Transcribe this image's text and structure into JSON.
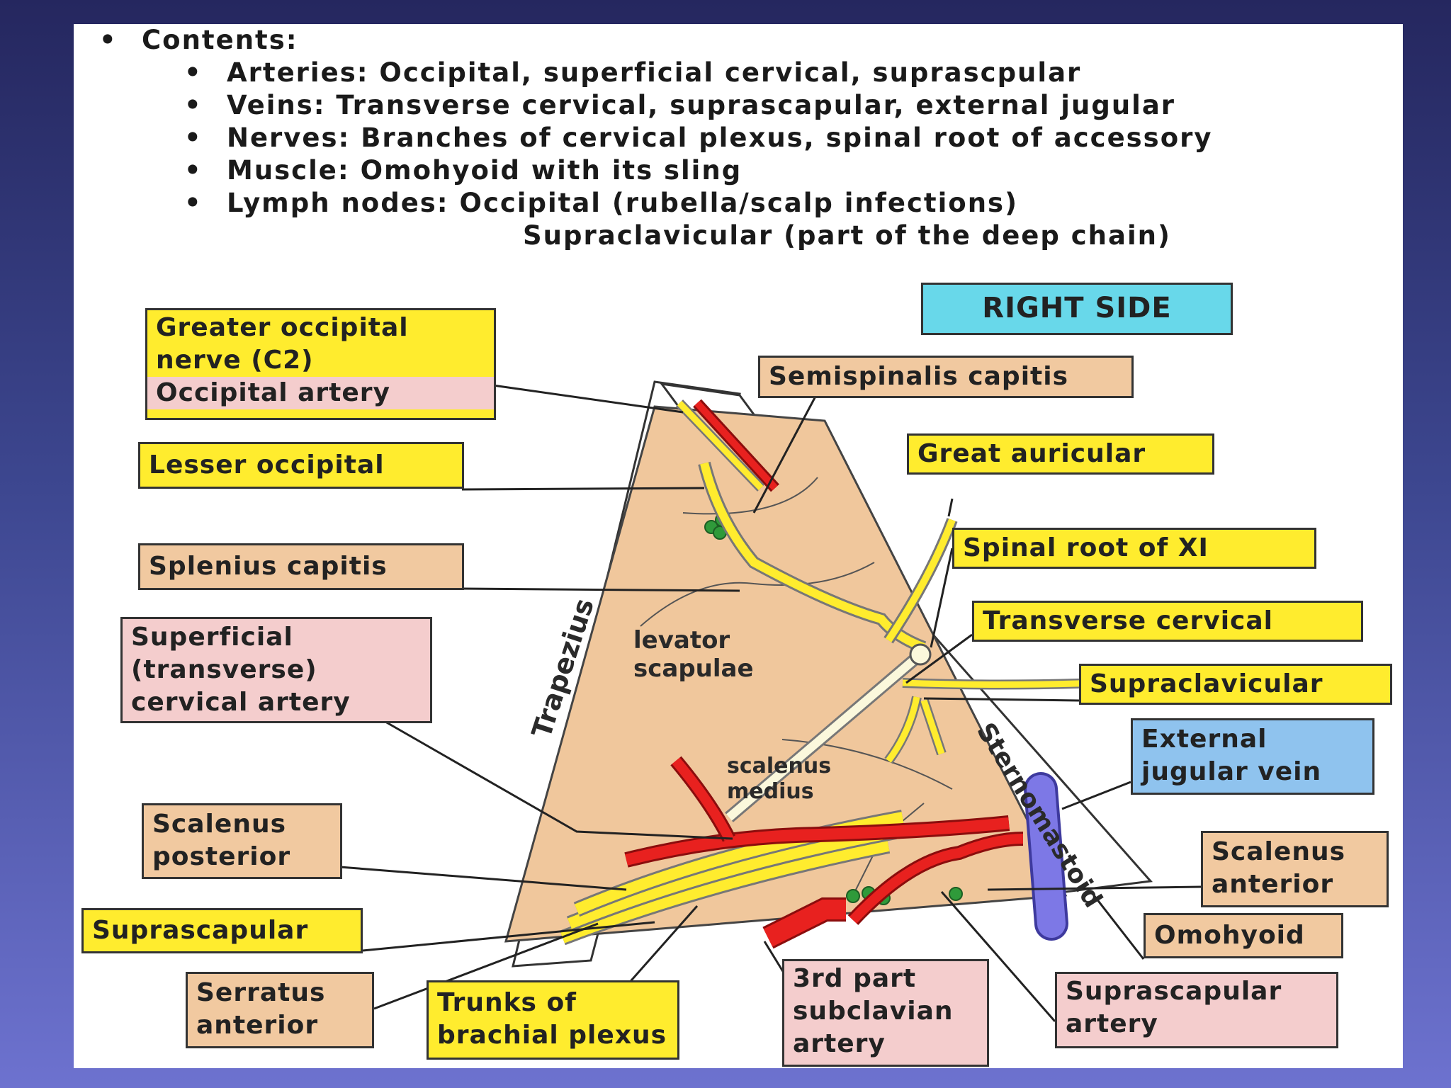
{
  "contents": {
    "heading": "Contents:",
    "items": [
      "Arteries: Occipital, superficial cervical, suprascpular",
      "Veins: Transverse cervical, suprascapular, external jugular",
      "Nerves: Branches of cervical plexus, spinal root of accessory",
      "Muscle: Omohyoid with its sling",
      "Lymph nodes: Occipital (rubella/scalp infections)"
    ],
    "continuation": "Supraclavicular (part of the deep chain)"
  },
  "diagram": {
    "side_label": "RIGHT SIDE",
    "labels": {
      "greater_occipital_1": "Greater occipital",
      "greater_occipital_2": "nerve (C2)",
      "occipital_artery": "Occipital artery",
      "lesser_occipital": "Lesser occipital",
      "splenius_capitis": "Splenius capitis",
      "superficial_cervical_1": "Superficial",
      "superficial_cervical_2": "(transverse)",
      "superficial_cervical_3": "cervical artery",
      "scalenus_posterior_1": "Scalenus",
      "scalenus_posterior_2": "posterior",
      "suprascapular_nerve": "Suprascapular",
      "serratus_anterior_1": "Serratus",
      "serratus_anterior_2": "anterior",
      "trunks_1": "Trunks of",
      "trunks_2": "brachial plexus",
      "subclavian_1": "3rd part",
      "subclavian_2": "subclavian",
      "subclavian_3": "artery",
      "suprascapular_artery_1": "Suprascapular",
      "suprascapular_artery_2": "artery",
      "omohyoid": "Omohyoid",
      "scalenus_anterior_1": "Scalenus",
      "scalenus_anterior_2": "anterior",
      "external_jugular_1": "External",
      "external_jugular_2": "jugular vein",
      "supraclavicular": "Supraclavicular",
      "transverse_cervical": "Transverse cervical",
      "spinal_root": "Spinal root of XI",
      "great_auricular": "Great auricular",
      "semispinalis": "Semispinalis capitis"
    },
    "inside": {
      "levator_1": "levator",
      "levator_2": "scapulae",
      "scalenus_medius_1": "scalenus",
      "scalenus_medius_2": "medius",
      "trapezius": "Trapezius",
      "sternomastoid": "Sternomastoid"
    },
    "colors": {
      "nerve": "#ffec2e",
      "artery": "#e8211f",
      "vein": "#7d78e6",
      "muscle": "#f0c79c",
      "lymph_node": "#2f9a3a",
      "side_label": "#68d8ea"
    }
  }
}
